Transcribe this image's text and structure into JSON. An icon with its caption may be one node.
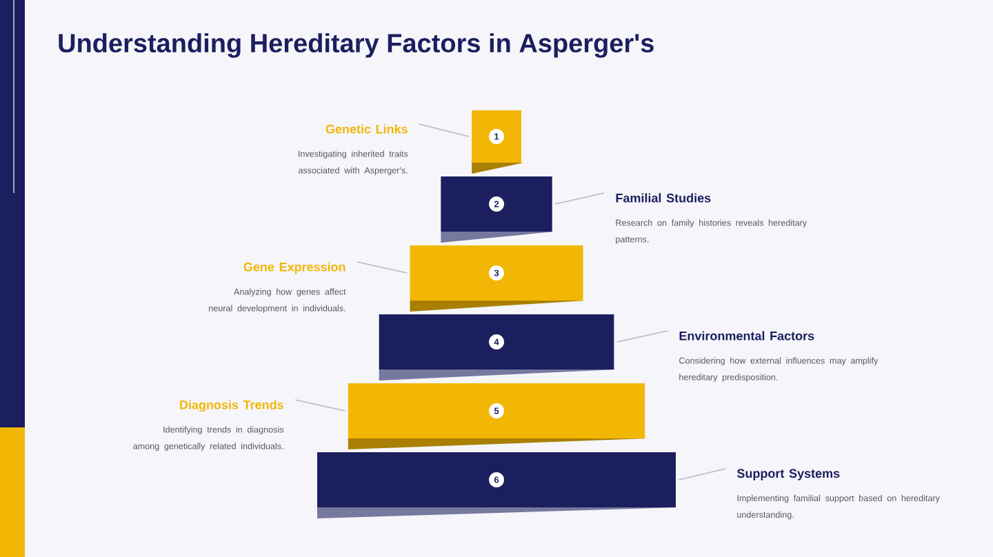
{
  "diagram": {
    "title": "Understanding Hereditary Factors in Asperger's",
    "nodes": [
      {
        "text": [
          "1"
        ]
      },
      {
        "text": [
          "2"
        ]
      },
      {
        "text": [
          "3"
        ]
      },
      {
        "text": [
          "4"
        ]
      },
      {
        "text": [
          "5"
        ]
      },
      {
        "text": [
          "6"
        ]
      },
      {
        "text": [
          "Genetic Links",
          "Investigating inherited traits associated with Asperger's."
        ]
      },
      {
        "text": [
          "Familial Studies",
          "Research on family histories reveals hereditary patterns."
        ]
      },
      {
        "text": [
          "Gene Expression",
          "Analyzing how genes affect neural development in individuals."
        ]
      },
      {
        "text": [
          "Environmental Factors",
          "Considering how external influences may amplify hereditary predisposition."
        ]
      },
      {
        "text": [
          "Diagnosis Trends",
          "Identifying trends in diagnosis among genetically related individuals."
        ]
      },
      {
        "text": [
          "Support Systems",
          "Implementing familial support based on hereditary understanding."
        ]
      }
    ],
    "edges": [
      {
        "from": 6,
        "to": 0,
        "arrow": "none"
      },
      {
        "from": 7,
        "to": 1,
        "arrow": "none"
      },
      {
        "from": 8,
        "to": 2,
        "arrow": "none"
      },
      {
        "from": 9,
        "to": 3,
        "arrow": "none"
      },
      {
        "from": 10,
        "to": 4,
        "arrow": "none"
      },
      {
        "from": 11,
        "to": 5,
        "arrow": "none"
      }
    ]
  }
}
